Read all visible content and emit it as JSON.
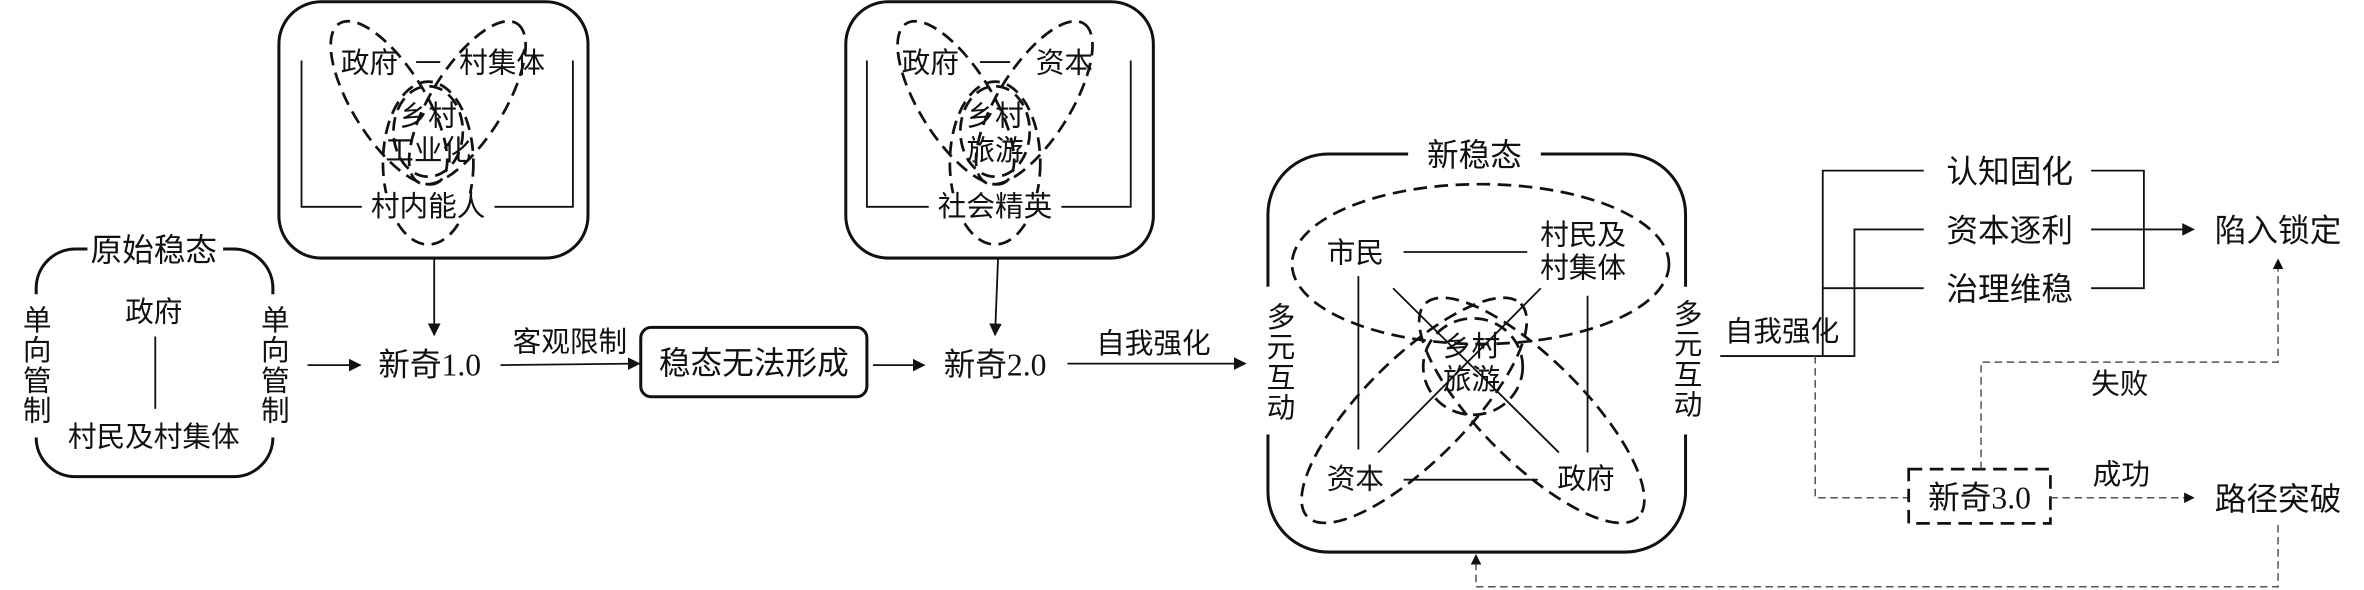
{
  "original_state": {
    "title": "原始稳态",
    "top": "政府",
    "bottom": "村民及村集体",
    "left_label": "单向管制",
    "right_label": "单向管制"
  },
  "novelty1_box": {
    "top_left": "政府",
    "top_right": "村集体",
    "center_line1": "乡村",
    "center_line2": "工业化",
    "bottom": "村内能人"
  },
  "novelty1": "新奇1.0",
  "objective_limit": "客观限制",
  "no_stable_state": "稳态无法形成",
  "novelty2_box": {
    "top_left": "政府",
    "top_right": "资本",
    "center_line1": "乡村",
    "center_line2": "旅游",
    "bottom": "社会精英"
  },
  "novelty2": "新奇2.0",
  "self_reinforce_1": "自我强化",
  "new_stable_state": {
    "title": "新稳态",
    "left_label": "多元互动",
    "right_label": "多元互动",
    "citizens": "市民",
    "villagers_line1": "村民及",
    "villagers_line2": "村集体",
    "center_line1": "乡村",
    "center_line2": "旅游",
    "capital": "资本",
    "government": "政府"
  },
  "self_reinforce_2": "自我强化",
  "factors": [
    "认知固化",
    "资本逐利",
    "治理维稳"
  ],
  "lock_in": "陷入锁定",
  "novelty3": "新奇3.0",
  "failure": "失败",
  "success": "成功",
  "path_breakthrough": "路径突破"
}
